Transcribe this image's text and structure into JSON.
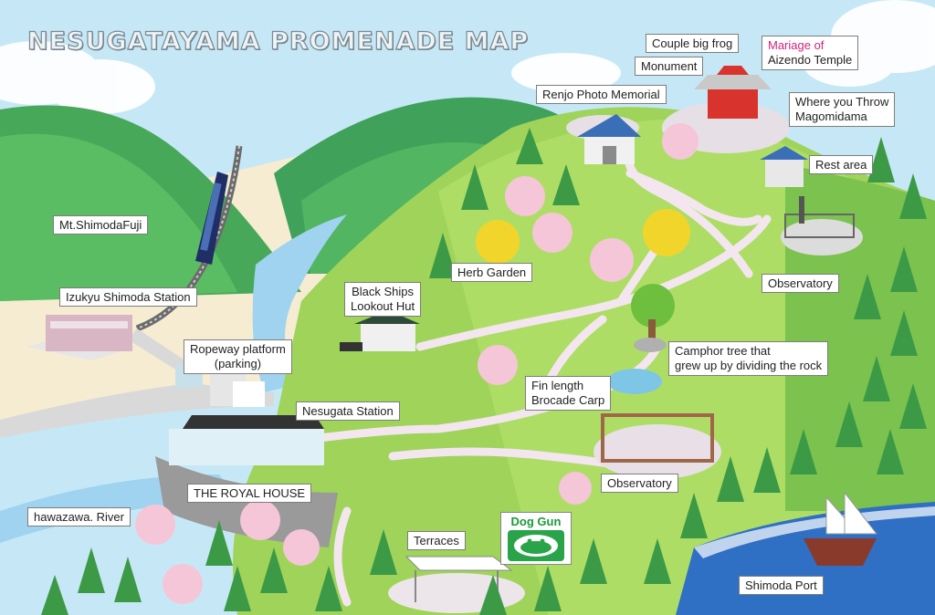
{
  "map": {
    "title": "NESUGATAYAMA PROMENADE MAP",
    "labels": {
      "couple_big_frog": "Couple big frog",
      "mariage_of": "Mariage of",
      "aizendo_temple": "Aizendo Temple",
      "monument": "Monument",
      "renjo_photo_memorial": "Renjo Photo Memorial",
      "where_you_throw": "Where you Throw",
      "magomidama": "Magomidama",
      "rest_area": "Rest area",
      "mt_shimodafuji": "Mt.ShimodaFuji",
      "herb_garden": "Herb Garden",
      "observatory_top": "Observatory",
      "izukyu_shimoda_station": "Izukyu Shimoda Station",
      "black_ships_1": "Black Ships",
      "black_ships_2": "Lookout Hut",
      "ropeway_1": "Ropeway platform",
      "ropeway_2": "(parking)",
      "camphor_1": "Camphor tree that",
      "camphor_2": "grew up by dividing the rock",
      "fin_1": "Fin length",
      "fin_2": "Brocade Carp",
      "nesugata_station": "Nesugata Station",
      "observatory_bottom": "Observatory",
      "the_royal_house": "THE ROYAL HOUSE",
      "hawazawa_river": "hawazawa. River",
      "dog_gun": "Dog  Gun",
      "terraces": "Terraces",
      "shimoda_port": "Shimoda Port"
    },
    "colors": {
      "sky": "#bfe6f5",
      "grass": "#9fd35a",
      "forest": "#3d9a4a",
      "sea": "#2f6fc4",
      "river": "#9fd3ef",
      "path": "#f1e6ec",
      "mountain": "#56b45e",
      "accent_pink": "#d4237a"
    }
  }
}
